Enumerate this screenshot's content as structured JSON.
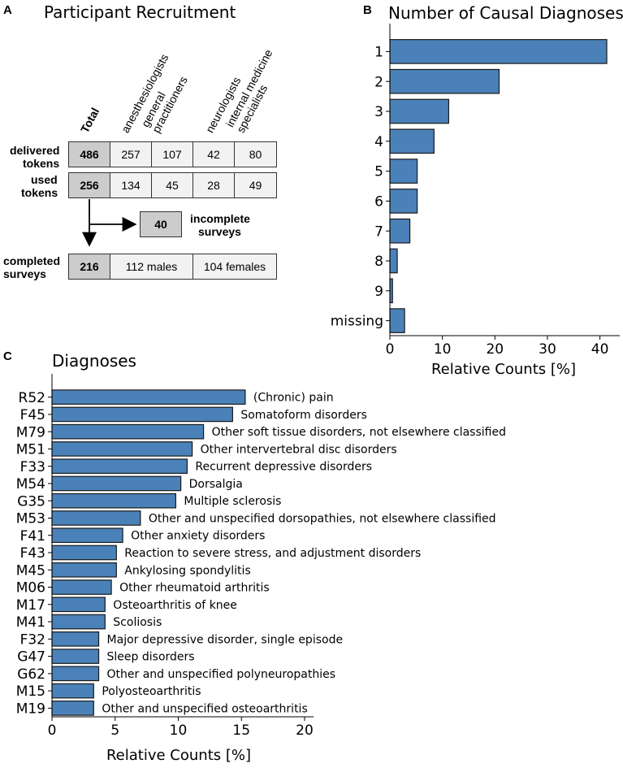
{
  "panel_a": {
    "letter": "A",
    "title": "Participant Recruitment",
    "columns": {
      "total": "Total",
      "anesthesiologists": "anesthesiologists",
      "general_practitioners": [
        "general",
        "practitioners"
      ],
      "neurologists": "neurologists",
      "internal_medicine": [
        "internal medicine",
        "specialists"
      ]
    },
    "delivered": {
      "label": [
        "delivered",
        "tokens"
      ],
      "total": "486",
      "values": [
        "257",
        "107",
        "42",
        "80"
      ]
    },
    "used": {
      "label": [
        "used",
        "tokens"
      ],
      "total": "256",
      "values": [
        "134",
        "45",
        "28",
        "49"
      ]
    },
    "incomplete": {
      "value": "40",
      "label": [
        "incomplete",
        "surveys"
      ]
    },
    "completed": {
      "label": [
        "completed",
        "surveys"
      ],
      "total": "216",
      "males": "112 males",
      "females": "104 females"
    }
  },
  "chart_data": [
    {
      "type": "bar",
      "orientation": "horizontal",
      "panel": "B",
      "title": "Number of Causal Diagnoses",
      "xlabel": "Relative Counts [%]",
      "ylabel": "",
      "categories": [
        "1",
        "2",
        "3",
        "4",
        "5",
        "6",
        "7",
        "8",
        "9",
        "missing"
      ],
      "values": [
        41.3,
        20.8,
        11.2,
        8.4,
        5.2,
        5.2,
        3.8,
        1.4,
        0.5,
        2.8
      ],
      "xlim": [
        0,
        43
      ],
      "xticks": [
        0,
        10,
        20,
        30,
        40
      ],
      "grid": false,
      "color": "#4a81b8"
    },
    {
      "type": "bar",
      "orientation": "horizontal",
      "panel": "C",
      "title": "Diagnoses",
      "xlabel": "Relative Counts [%]",
      "ylabel": "",
      "categories": [
        "R52",
        "F45",
        "M79",
        "M51",
        "F33",
        "M54",
        "G35",
        "M53",
        "F41",
        "F43",
        "M45",
        "M06",
        "M17",
        "M41",
        "F32",
        "G47",
        "G62",
        "M15",
        "M19"
      ],
      "annotations": [
        "(Chronic) pain",
        "Somatoform disorders",
        "Other soft tissue disorders, not elsewhere classified",
        "Other intervertebral disc disorders",
        "Recurrent depressive disorders",
        "Dorsalgia",
        "Multiple sclerosis",
        "Other and unspecified dorsopathies, not elsewhere classified",
        "Other anxiety disorders",
        "Reaction to severe stress, and adjustment disorders",
        "Ankylosing spondylitis",
        "Other rheumatoid arthritis",
        "Osteoarthritis of knee",
        "Scoliosis",
        "Major depressive disorder, single episode",
        "Sleep disorders",
        "Other and unspecified polyneuropathies",
        "Polyosteoarthritis",
        "Other and unspecified osteoarthritis"
      ],
      "values": [
        15.3,
        14.3,
        12.0,
        11.1,
        10.7,
        10.2,
        9.8,
        7.0,
        5.6,
        5.1,
        5.1,
        4.7,
        4.2,
        4.2,
        3.7,
        3.7,
        3.7,
        3.3,
        3.3
      ],
      "xlim": [
        0,
        20
      ],
      "xticks": [
        0,
        5,
        10,
        15,
        20
      ],
      "grid": false,
      "color": "#4a81b8"
    }
  ]
}
